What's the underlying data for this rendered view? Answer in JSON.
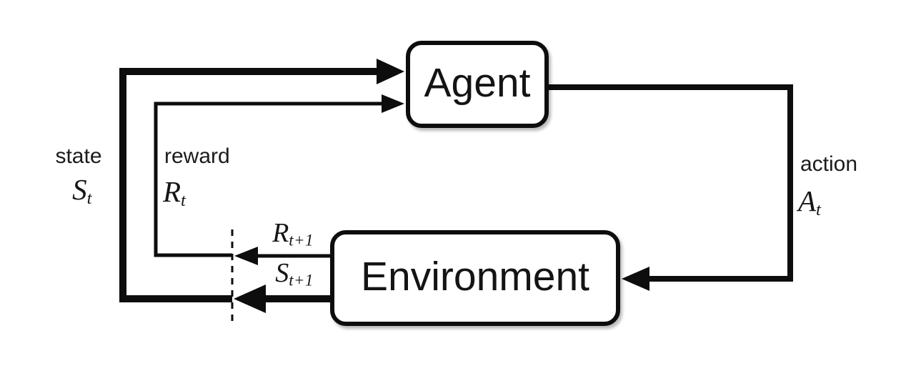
{
  "diagram": {
    "boxes": {
      "agent": "Agent",
      "environment": "Environment"
    },
    "labels": {
      "state_word": "state",
      "state_symbol": "S",
      "state_sub": "t",
      "reward_word": "reward",
      "reward_symbol": "R",
      "reward_sub": "t",
      "action_word": "action",
      "action_symbol": "A",
      "action_sub": "t",
      "next_reward_symbol": "R",
      "next_reward_sub": "t+1",
      "next_state_symbol": "S",
      "next_state_sub": "t+1"
    },
    "colors": {
      "line": "#0d0d0d",
      "background": "#ffffff",
      "box_fill": "#ffffff"
    }
  }
}
